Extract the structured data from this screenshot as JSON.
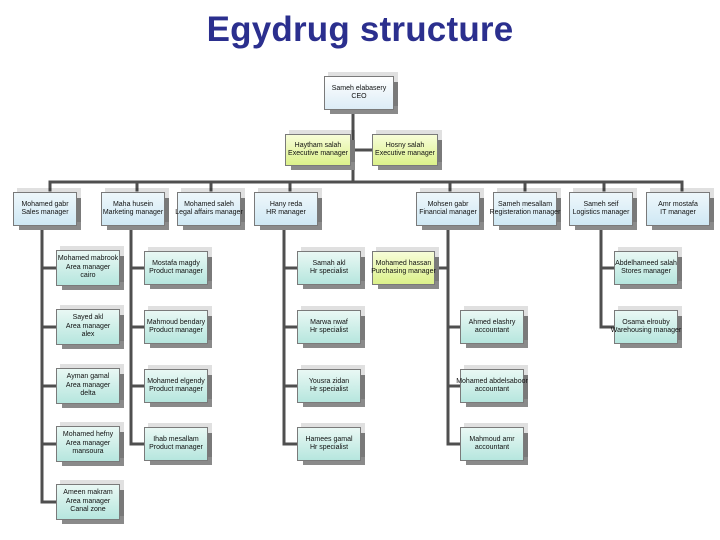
{
  "title": "Egydrug structure",
  "org": {
    "ceo": {
      "name": "Sameh elabasery",
      "role": "CEO"
    },
    "executive_managers": [
      {
        "name": "Haytham salah",
        "role": "Executive manager"
      },
      {
        "name": "Hosny salah",
        "role": "Executive manager"
      }
    ],
    "managers": [
      {
        "name": "Mohamed gabr",
        "role": "Sales manager"
      },
      {
        "name": "Maha husein",
        "role": "Marketing manager"
      },
      {
        "name": "Mohamed saleh",
        "role": "Legal affairs manager"
      },
      {
        "name": "Hany reda",
        "role": "HR manager"
      },
      {
        "name": "Mohsen gabr",
        "role": "Financial manager"
      },
      {
        "name": "Sameh mesallam",
        "role": "Registeration manager"
      },
      {
        "name": "Sameh seif",
        "role": "Logistics manager"
      },
      {
        "name": "Amr mostafa",
        "role": "IT manager"
      }
    ],
    "sales_team": [
      {
        "name": "Mohamed mabrook",
        "role": "Area manager",
        "location": "cairo"
      },
      {
        "name": "Sayed akl",
        "role": "Area manager",
        "location": "alex"
      },
      {
        "name": "Ayman gamal",
        "role": "Area manager",
        "location": "delta"
      },
      {
        "name": "Mohamed hefny",
        "role": "Area manager",
        "location": "mansoura"
      },
      {
        "name": "Ameen makram",
        "role": "Area manager",
        "location": "Canal zone"
      }
    ],
    "marketing_team": [
      {
        "name": "Mostafa magdy",
        "role": "Product manager"
      },
      {
        "name": "Mahmoud bendary",
        "role": "Product manager"
      },
      {
        "name": "Mohamed elgendy",
        "role": "Product manager"
      },
      {
        "name": "Ihab mesallam",
        "role": "Product manager"
      }
    ],
    "hr_team": [
      {
        "name": "Samah akl",
        "role": "Hr specialist"
      },
      {
        "name": "Marwa nwaf",
        "role": "Hr specialist"
      },
      {
        "name": "Yousra zidan",
        "role": "Hr specialist"
      },
      {
        "name": "Hamees gamal",
        "role": "Hr specialist"
      }
    ],
    "purchasing": {
      "name": "Mohamed hassan",
      "role": "Purchasing manager"
    },
    "finance_team": [
      {
        "name": "Ahmed elashry",
        "role": "accountant"
      },
      {
        "name": "Mohamed abdelsaboor",
        "role": "accountant"
      },
      {
        "name": "Mahmoud amr",
        "role": "accountant"
      }
    ],
    "logistics_team": [
      {
        "name": "Abdelhameed salah",
        "role": "Stores manager"
      },
      {
        "name": "Osama elrouby",
        "role": "Warehousing manager"
      }
    ]
  }
}
